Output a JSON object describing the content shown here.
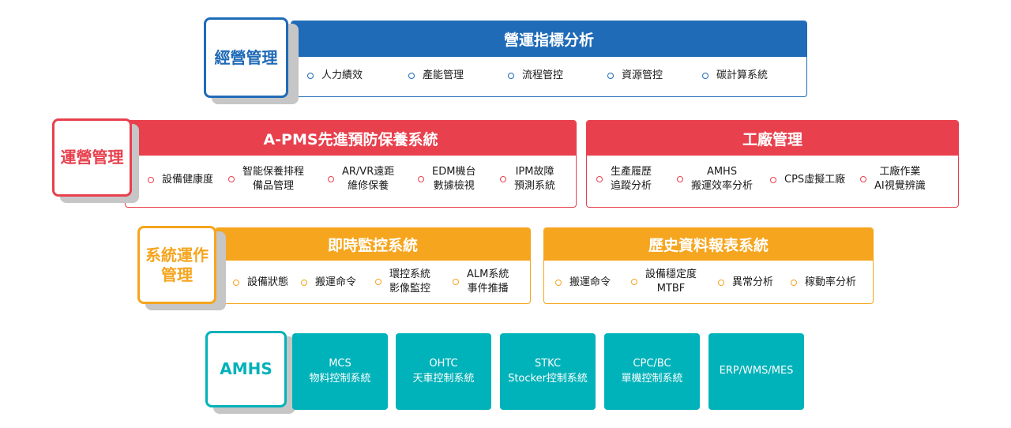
{
  "colors": {
    "blue": "#1f6bb7",
    "red": "#e8404d",
    "orange": "#f5a51e",
    "teal": "#00b2b9"
  },
  "business_mgmt": {
    "label": "經營管理",
    "panel_title": "營運指標分析",
    "items": [
      "人力績效",
      "產能管理",
      "流程管控",
      "資源管控",
      "碳計算系統"
    ]
  },
  "operations_mgmt": {
    "label": "運營管理",
    "apms": {
      "title": "A-PMS先進預防保養系統",
      "items": [
        {
          "line1": "設備健康度",
          "line2": ""
        },
        {
          "line1": "智能保養排程",
          "line2": "備品管理"
        },
        {
          "line1": "AR/VR遠距",
          "line2": "維修保養"
        },
        {
          "line1": "EDM機台",
          "line2": "數據檢視"
        },
        {
          "line1": "IPM故障",
          "line2": "預測系統"
        }
      ]
    },
    "factory": {
      "title": "工廠管理",
      "items": [
        {
          "line1": "生產履歷",
          "line2": "追蹤分析"
        },
        {
          "line1": "AMHS",
          "line2": "搬運效率分析"
        },
        {
          "line1": "CPS虛擬工廠",
          "line2": ""
        },
        {
          "line1": "工廠作業",
          "line2": "AI視覺辨識"
        }
      ]
    }
  },
  "system_ops": {
    "label_line1": "系統運作",
    "label_line2": "管理",
    "monitor": {
      "title": "即時監控系統",
      "items": [
        {
          "line1": "設備狀態",
          "line2": ""
        },
        {
          "line1": "搬運命令",
          "line2": ""
        },
        {
          "line1": "環控系統",
          "line2": "影像監控"
        },
        {
          "line1": "ALM系統",
          "line2": "事件推播"
        }
      ]
    },
    "history": {
      "title": "歷史資料報表系統",
      "items": [
        {
          "line1": "搬運命令",
          "line2": ""
        },
        {
          "line1": "設備穩定度",
          "line2": "MTBF"
        },
        {
          "line1": "異常分析",
          "line2": ""
        },
        {
          "line1": "稼動率分析",
          "line2": ""
        }
      ]
    }
  },
  "amhs": {
    "label": "AMHS",
    "tiles": [
      {
        "line1": "MCS",
        "line2": "物料控制系統"
      },
      {
        "line1": "OHTC",
        "line2": "天車控制系統"
      },
      {
        "line1": "STKC",
        "line2": "Stocker控制系統"
      },
      {
        "line1": "CPC/BC",
        "line2": "單機控制系統"
      },
      {
        "line1": "ERP/WMS/MES",
        "line2": ""
      }
    ]
  }
}
